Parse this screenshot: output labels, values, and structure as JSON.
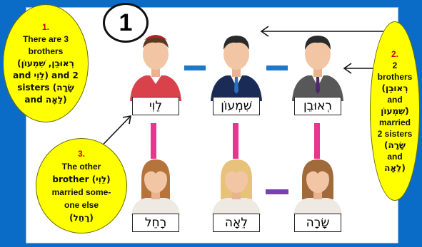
{
  "step_number": "1",
  "brothers": [
    {
      "name": "לֵוִי",
      "role": "brother",
      "cap_color": "#b8202a",
      "shirt": "#d9424a"
    },
    {
      "name": "שִׁמְעוֹן",
      "role": "brother",
      "shirt": "#1a2c55"
    },
    {
      "name": "רְאוּבֵן",
      "role": "brother",
      "shirt": "#585858"
    }
  ],
  "women": [
    {
      "name": "רָחֵל",
      "role": "wife"
    },
    {
      "name": "לֵאָה",
      "role": "sister"
    },
    {
      "name": "שָׂרָה",
      "role": "sister"
    }
  ],
  "bubbles": {
    "b1": {
      "number": "1.",
      "lines": [
        "There are 3",
        "brothers",
        "(רְאוּבֵן, שִׁמְעוֹן",
        "and לֵוִי) and 2",
        "sisters (שָׂרָה",
        "and לֵאָה)"
      ]
    },
    "b2": {
      "number": "2.",
      "lines": [
        "2",
        "brothers",
        "(רְאוּבֵן",
        "and",
        "שִׁמְעוֹן)",
        "married",
        "2 sisters",
        "(שָׂרָה",
        "and",
        "לֵאָה)"
      ]
    },
    "b3": {
      "number": "3.",
      "lines": [
        "The other",
        "brother (לֵוִי)",
        "married some-",
        "one else",
        "(רָחֵל)"
      ]
    }
  },
  "colors": {
    "background": "#0b6cc7",
    "sibling_link": "#1f77c9",
    "marriage_link": "#e8358f",
    "sister_link": "#7a3fb0",
    "bubble": "#ffff00",
    "bubble_number": "#d40000"
  }
}
